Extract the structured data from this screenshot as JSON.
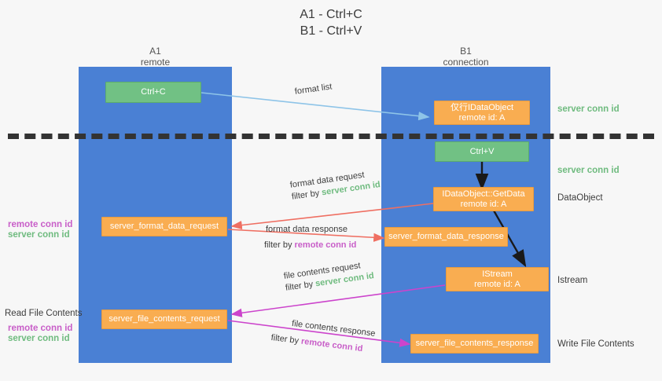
{
  "title": {
    "line1": "A1 - Ctrl+C",
    "line2": "B1 - Ctrl+V"
  },
  "lanes": [
    {
      "name": "A1",
      "sub": "remote",
      "color": "#4a80d4"
    },
    {
      "name": "B1",
      "sub": "connection",
      "color": "#4a80d4"
    }
  ],
  "colors": {
    "lane": "#4a80d4",
    "green_box": "#71c184",
    "orange_box": "#f9ad51",
    "server_conn_id": "#6fbb7f",
    "remote_conn_id": "#c85ec8",
    "arrow_blue": "#8ec4e8",
    "arrow_red": "#ef6f62",
    "arrow_magenta": "#cc44cc",
    "arrow_black": "#1a1a1a",
    "background": "#f7f7f7"
  },
  "nodes": {
    "ctrl_c": {
      "label": "Ctrl+C",
      "style": "green"
    },
    "clipboard_dataobject": {
      "line1": "仅行IDataObject",
      "line2": "remote id: A",
      "style": "orange"
    },
    "ctrl_v": {
      "label": "Ctrl+V",
      "style": "green"
    },
    "getdata": {
      "line1": "IDataObject::GetData",
      "line2": "remote id: A",
      "style": "orange"
    },
    "server_format_data_request": {
      "label": "server_format_data_request",
      "style": "orange"
    },
    "server_format_data_response": {
      "label": "server_format_data_response",
      "style": "orange"
    },
    "istream": {
      "line1": "IStream",
      "line2": "remote id: A",
      "style": "orange"
    },
    "server_file_contents_request": {
      "label": "server_file_contents_request",
      "style": "orange"
    },
    "server_file_contents_response": {
      "label": "server_file_contents_response",
      "style": "orange"
    }
  },
  "annotations": {
    "format_list": "format list",
    "format_data_request": "format data request",
    "format_data_request_filter_prefix": "filter by ",
    "format_data_request_filter_value": "server conn id",
    "format_data_response": "format data response",
    "format_data_response_filter_prefix": "filter by ",
    "format_data_response_filter_value": "remote conn id",
    "file_contents_request": "file contents request",
    "file_contents_request_filter_prefix": "filter by ",
    "file_contents_request_filter_value": "server conn id",
    "file_contents_response": "file contents response",
    "file_contents_response_filter_prefix": "filter by ",
    "file_contents_response_filter_value": "remote conn id"
  },
  "right_labels": {
    "server_conn_id_top": "server conn id",
    "server_conn_id_mid": "server conn id",
    "dataobject": "DataObject",
    "istream": "Istream",
    "write_file_contents": "Write File Contents"
  },
  "left_labels": {
    "remote_conn_id_1": "remote conn id",
    "server_conn_id_1": "server conn id",
    "read_file_contents": "Read File Contents",
    "remote_conn_id_2": "remote conn id",
    "server_conn_id_2": "server conn id"
  }
}
